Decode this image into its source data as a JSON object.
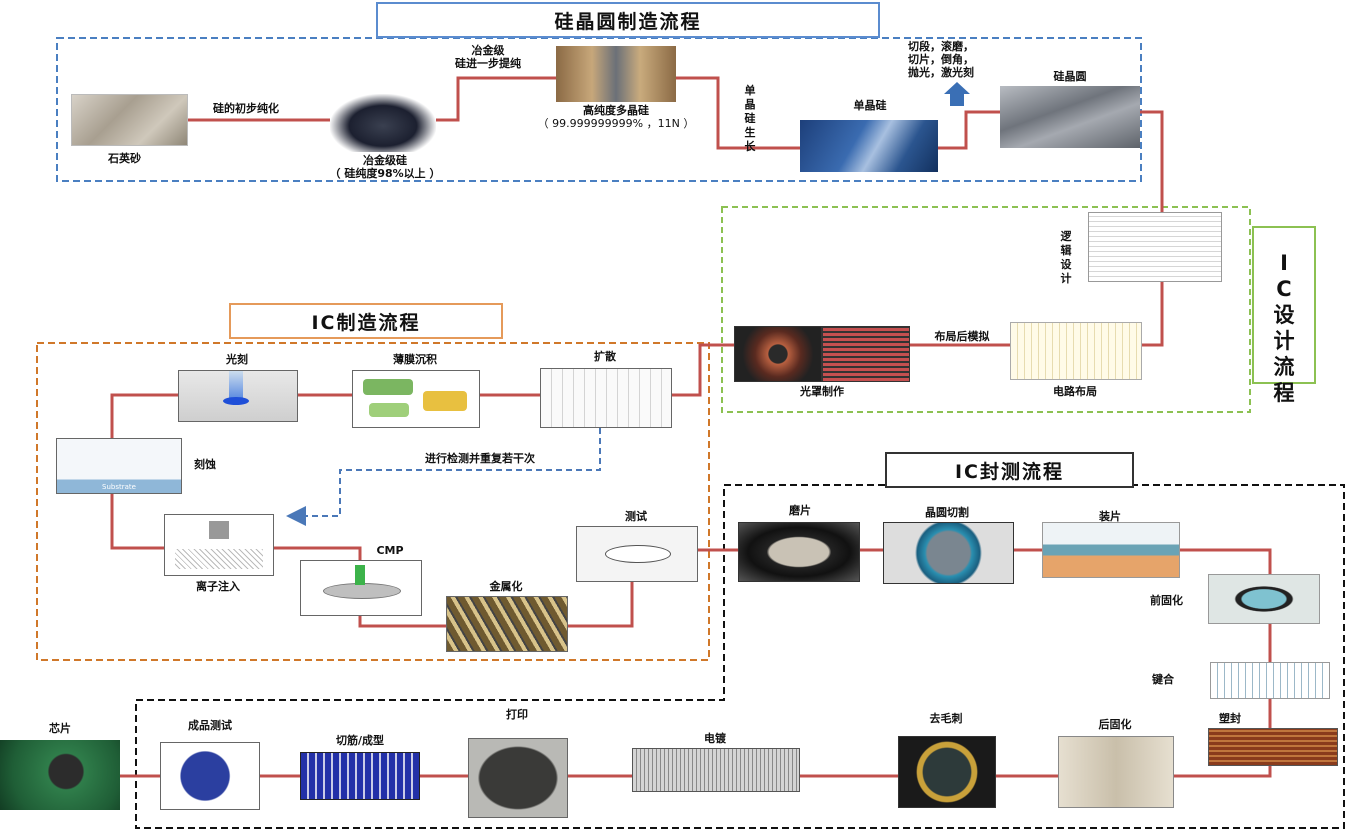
{
  "sections": {
    "wafer": "硅晶圆制造流程",
    "design": "IC设计流程",
    "fab": "IC制造流程",
    "package": "IC封测流程"
  },
  "wafer": {
    "quartz": "石英砂",
    "step1": "硅的初步纯化",
    "mg_si": "冶金级硅",
    "mg_si_purity": "（ 硅纯度98%以上 ）",
    "step2_line1": "冶金级",
    "step2_line2": "硅进一步提纯",
    "poly_si": "高纯度多晶硅",
    "poly_si_purity": "（ 99.999999999% ，11N ）",
    "growth": "单晶硅生长",
    "mono_si": "单晶硅",
    "process_line1": "切段，滚磨，",
    "process_line2": "切片，倒角，",
    "process_line3": "抛光，激光刻",
    "wafer": "硅晶圆"
  },
  "design": {
    "logic": "逻辑设计",
    "post_sim": "布局后模拟",
    "layout": "电路布局",
    "mask": "光罩制作"
  },
  "fab": {
    "litho": "光刻",
    "thinfilm": "薄膜沉积",
    "diffusion": "扩散",
    "etch": "刻蚀",
    "repeat": "进行检测并重复若干次",
    "implant": "离子注入",
    "cmp": "CMP",
    "metal": "金属化",
    "test": "测试",
    "substrate": "Substrate"
  },
  "package": {
    "grind": "磨片",
    "dicing": "晶圆切割",
    "mount": "装片",
    "precure": "前固化",
    "bond": "键合",
    "mold": "塑封",
    "postcure": "后固化",
    "deflash": "去毛刺",
    "plating": "电镀",
    "marking": "打印",
    "trimform": "切筋/成型",
    "final_test": "成品测试",
    "chip": "芯片"
  }
}
